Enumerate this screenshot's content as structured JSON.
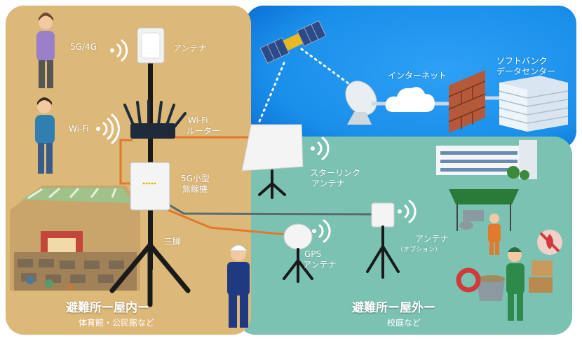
{
  "labels": {
    "antenna_5g": "アンテナ",
    "signal_5g4g": "5G/4G",
    "wifi_client": "Wi-Fi",
    "wifi_router_line1": "Wi-Fi",
    "wifi_router_line2": "ルーター",
    "small_5g_line1": "5G小型",
    "small_5g_line2": "無線機",
    "tripod": "三脚",
    "starlink_line1": "スターリンク",
    "starlink_line2": "アンテナ",
    "internet": "インターネット",
    "softbank_line1": "ソフトバンク",
    "softbank_line2": "データセンター",
    "gps_line1": "GPS",
    "gps_line2": "アンテナ",
    "option_line1": "アンテナ",
    "option_line2": "（オプション）"
  },
  "zones": {
    "indoor_title": "避難所ー屋内ー",
    "indoor_sub": "体育館・公民館など",
    "outdoor_title": "避難所ー屋外ー",
    "outdoor_sub": "校庭など"
  },
  "colors": {
    "indoor_bg": "#dcb879",
    "outdoor_bg": "#7cc2b2",
    "sky_bg": "#1a8fea",
    "cable": "#e07a2c"
  }
}
